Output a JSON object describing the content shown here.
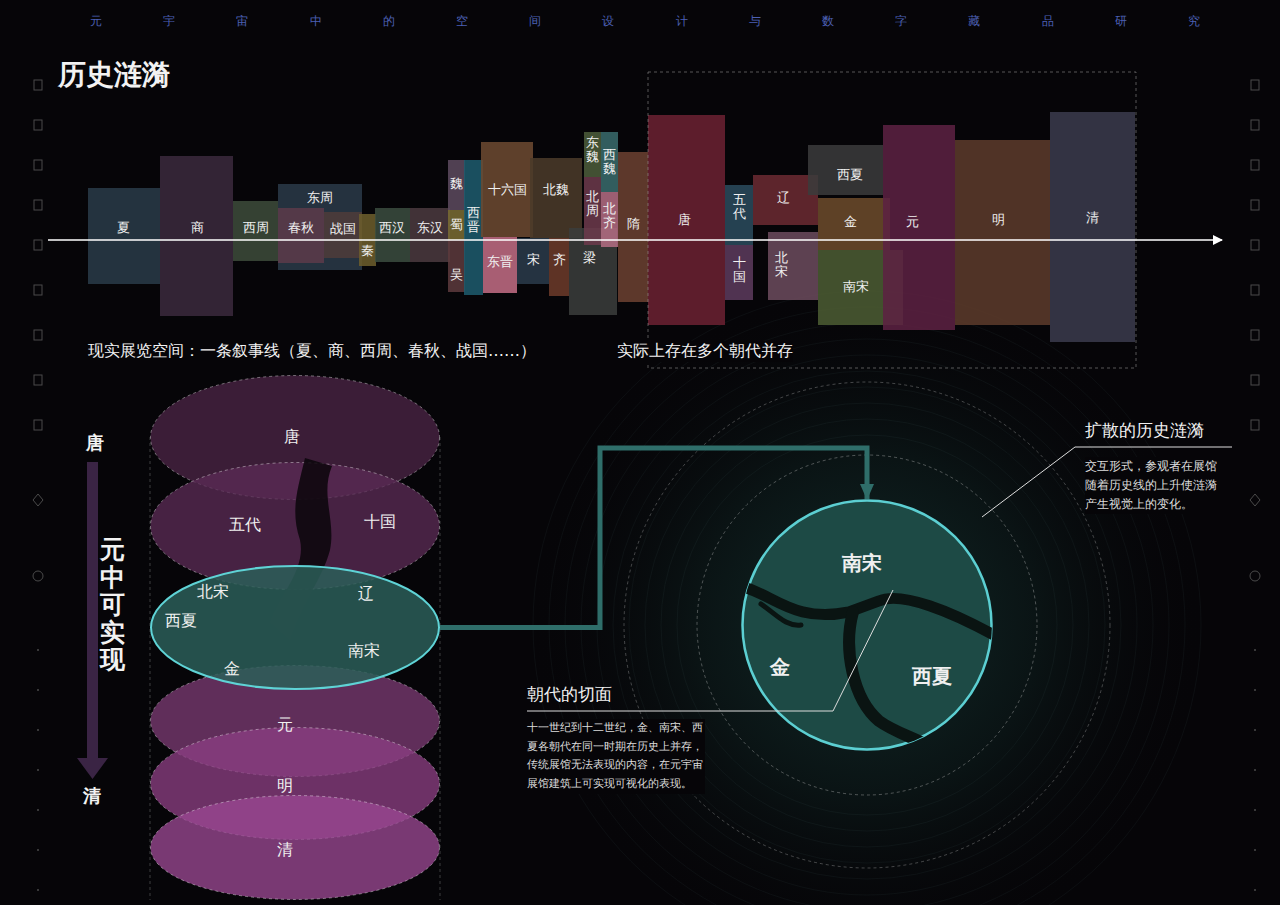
{
  "diagram": {
    "title": "历史涟漪",
    "nodes": [
      {
        "text": [
          "夏"
        ]
      },
      {
        "text": [
          "商"
        ]
      },
      {
        "text": [
          "西周"
        ]
      },
      {
        "text": [
          "东周"
        ]
      },
      {
        "text": [
          "春秋"
        ],
        "in": 3
      },
      {
        "text": [
          "战国"
        ],
        "in": 3
      },
      {
        "text": [
          "秦"
        ]
      },
      {
        "text": [
          "西汉"
        ]
      },
      {
        "text": [
          "东汉"
        ]
      },
      {
        "text": [
          "魏"
        ]
      },
      {
        "text": [
          "蜀"
        ]
      },
      {
        "text": [
          "吴"
        ]
      },
      {
        "text": [
          "西晋"
        ]
      },
      {
        "text": [
          "十六国"
        ]
      },
      {
        "text": [
          "东晋"
        ]
      },
      {
        "text": [
          "北魏"
        ]
      },
      {
        "text": [
          "宋"
        ]
      },
      {
        "text": [
          "齐"
        ]
      },
      {
        "text": [
          "梁"
        ]
      },
      {
        "text": [
          "东魏"
        ]
      },
      {
        "text": [
          "西魏"
        ]
      },
      {
        "text": [
          "北周"
        ]
      },
      {
        "text": [
          "北齐"
        ]
      },
      {
        "text": [
          "隋"
        ]
      },
      {
        "text": [
          "唐"
        ]
      },
      {
        "text": [
          "五代"
        ]
      },
      {
        "text": [
          "十国"
        ]
      },
      {
        "text": [
          "辽"
        ]
      },
      {
        "text": [
          "北宋"
        ]
      },
      {
        "text": [
          "西夏"
        ]
      },
      {
        "text": [
          "金"
        ]
      },
      {
        "text": [
          "南宋"
        ]
      },
      {
        "text": [
          "元"
        ]
      },
      {
        "text": [
          "明"
        ]
      },
      {
        "text": [
          "清"
        ]
      },
      {
        "text": [
          "唐"
        ]
      },
      {
        "text": [
          "五代",
          "十国"
        ]
      },
      {
        "text": [
          "北宋",
          "辽",
          "西夏",
          "金",
          "南宋"
        ]
      },
      {
        "text": [
          "元"
        ]
      },
      {
        "text": [
          "明"
        ]
      },
      {
        "text": [
          "清"
        ]
      },
      {
        "text": [
          "南宋",
          "金",
          "西夏"
        ]
      }
    ],
    "edges": [
      {
        "from": 37,
        "to": 41,
        "arrow": "to"
      }
    ],
    "labels": [
      "元宇宙中的空间设计与数字藏品研究",
      "现实展览空间：一条叙事线（夏、商、西周、春秋、战国……）",
      "实际上存在多个朝代并存",
      "唐",
      "元中可实现",
      "清",
      "扩散的历史涟漪",
      "交互形式，参观者在展馆随着历史线的上升使涟漪产生视觉上的变化。",
      "朝代的切面",
      "十一世纪到十二世纪，金、南宋、西夏各朝代在同一时期在历史上并存，传统展馆无法表现的内容，在元宇宙展馆建筑上可实现可视化的表现。"
    ]
  }
}
